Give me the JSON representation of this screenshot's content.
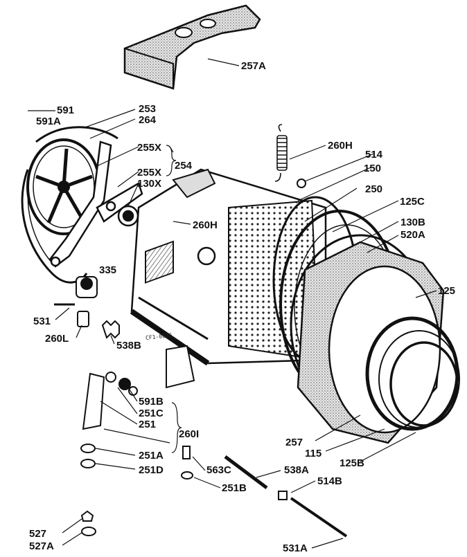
{
  "labels": {
    "p257a": "257A",
    "p591": "591",
    "p591a": "591A",
    "p253": "253",
    "p264": "264",
    "p255x_1": "255X",
    "p254": "254",
    "p255x_2": "255X",
    "p130x": "130X",
    "p260h_top": "260H",
    "p514": "514",
    "p150": "150",
    "p250": "250",
    "p125c": "125C",
    "p260h_mid": "260H",
    "p130b": "130B",
    "p520a": "520A",
    "p335": "335",
    "p125": "125",
    "p531": "531",
    "p260l": "260L",
    "p538b": "538B",
    "p591b": "591B",
    "p251c": "251C",
    "p251": "251",
    "p260i": "260I",
    "p257": "257",
    "p115": "115",
    "p125b": "125B",
    "p251a": "251A",
    "p251d": "251D",
    "p563c": "563C",
    "p538a": "538A",
    "p251b": "251B",
    "p514b": "514B",
    "p527": "527",
    "p527a": "527A",
    "p531a": "531A"
  },
  "drawing_code": "CF1-0026"
}
